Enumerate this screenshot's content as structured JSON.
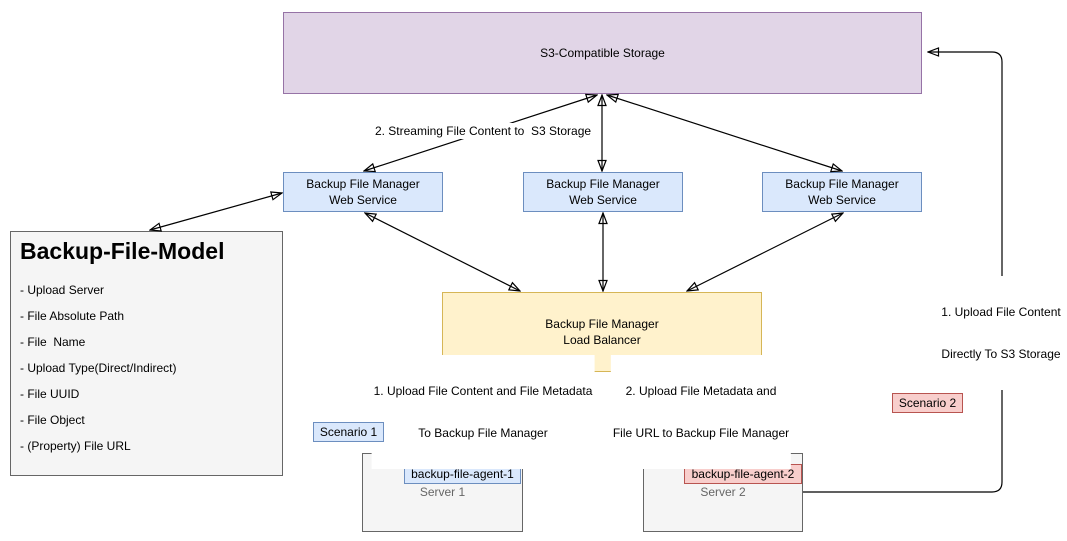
{
  "nodes": {
    "s3": {
      "label": "S3-Compatible Storage"
    },
    "web_service": {
      "line1": "Backup File Manager",
      "line2": "Web Service"
    },
    "load_balancer": {
      "line1": "Backup File Manager",
      "line2": "Load Balancer"
    },
    "model": {
      "title": "Backup-File-Model",
      "fields": [
        "- Upload Server",
        "- File Absolute Path",
        "- File  Name",
        "- Upload Type(Direct/Indirect)",
        "- File UUID",
        "- File Object",
        "- (Property) File URL"
      ]
    },
    "server1": {
      "agent": "backup-file-agent-1",
      "name": "Server 1"
    },
    "server2": {
      "agent": "backup-file-agent-2",
      "name": "Server 2"
    },
    "scenario1": {
      "label": "Scenario 1"
    },
    "scenario2": {
      "label": "Scenario 2"
    }
  },
  "edge_labels": {
    "streaming": "2. Streaming File Content to  S3 Storage",
    "upload_via_manager": {
      "line1": "1. Upload File Content and File Metadata",
      "line2": "To Backup File Manager"
    },
    "upload_metadata": {
      "line1": "2. Upload File Metadata and",
      "line2": "File URL to Backup File Manager"
    },
    "upload_direct": {
      "line1": "1. Upload File Content",
      "line2": "Directly To S3 Storage"
    }
  },
  "colors": {
    "purple_fill": "#E1D5E7",
    "purple_stroke": "#9673A6",
    "blue_fill": "#DAE8FC",
    "blue_stroke": "#6C8EBF",
    "yellow_fill": "#FFF2CC",
    "yellow_stroke": "#D6B656",
    "red_fill": "#F8CECC",
    "red_stroke": "#B85450",
    "gray_fill": "#F5F5F5",
    "gray_stroke": "#666666",
    "edge": "#000000"
  }
}
